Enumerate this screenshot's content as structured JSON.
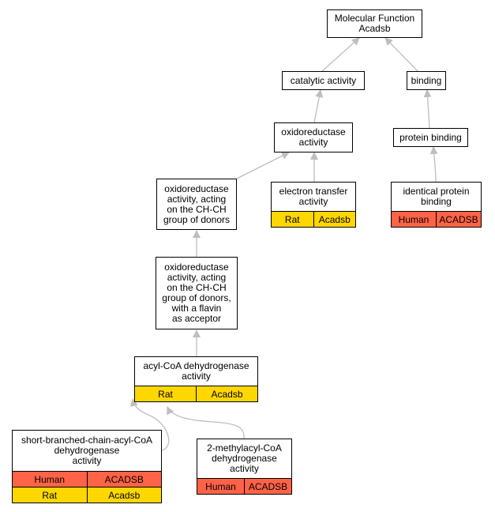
{
  "nodes": {
    "mf_root": {
      "label": "Molecular Function\nAcadsb"
    },
    "catalytic": {
      "label": "catalytic activity"
    },
    "binding": {
      "label": "binding"
    },
    "oxidoreductase": {
      "label": "oxidoreductase\nactivity"
    },
    "protein_binding": {
      "label": "protein binding"
    },
    "ox_chch": {
      "label": "oxidoreductase\nactivity, acting\non the CH-CH\ngroup of donors"
    },
    "electron_transfer": {
      "label": "electron transfer\nactivity",
      "rows": [
        {
          "species": "Rat",
          "gene": "Acadsb",
          "color": "#ffd700"
        }
      ]
    },
    "identical_protein": {
      "label": "identical protein\nbinding",
      "rows": [
        {
          "species": "Human",
          "gene": "ACADSB",
          "color": "#ff6347"
        }
      ]
    },
    "ox_chch_flavin": {
      "label": "oxidoreductase\nactivity, acting\non the CH-CH\ngroup of donors,\nwith a flavin\nas acceptor"
    },
    "acyl_coa": {
      "label": "acyl-CoA dehydrogenase\nactivity",
      "rows": [
        {
          "species": "Rat",
          "gene": "Acadsb",
          "color": "#ffd700"
        }
      ]
    },
    "short_branched": {
      "label": "short-branched-chain-acyl-CoA\ndehydrogenase\nactivity",
      "rows": [
        {
          "species": "Human",
          "gene": "ACADSB",
          "color": "#ff6347"
        },
        {
          "species": "Rat",
          "gene": "Acadsb",
          "color": "#ffd700"
        }
      ]
    },
    "methylacyl": {
      "label": "2-methylacyl-CoA\ndehydrogenase\nactivity",
      "rows": [
        {
          "species": "Human",
          "gene": "ACADSB",
          "color": "#ff6347"
        }
      ]
    }
  },
  "edges": [
    {
      "from": "catalytic",
      "to": "mf_root"
    },
    {
      "from": "binding",
      "to": "mf_root"
    },
    {
      "from": "oxidoreductase",
      "to": "catalytic"
    },
    {
      "from": "protein_binding",
      "to": "binding"
    },
    {
      "from": "ox_chch",
      "to": "oxidoreductase"
    },
    {
      "from": "electron_transfer",
      "to": "oxidoreductase"
    },
    {
      "from": "identical_protein",
      "to": "protein_binding"
    },
    {
      "from": "ox_chch_flavin",
      "to": "ox_chch"
    },
    {
      "from": "acyl_coa",
      "to": "ox_chch_flavin"
    },
    {
      "from": "short_branched",
      "to": "acyl_coa"
    },
    {
      "from": "methylacyl",
      "to": "acyl_coa"
    }
  ],
  "colors": {
    "edge": "#bebebe",
    "human": "#ff6347",
    "rat": "#ffd700"
  }
}
